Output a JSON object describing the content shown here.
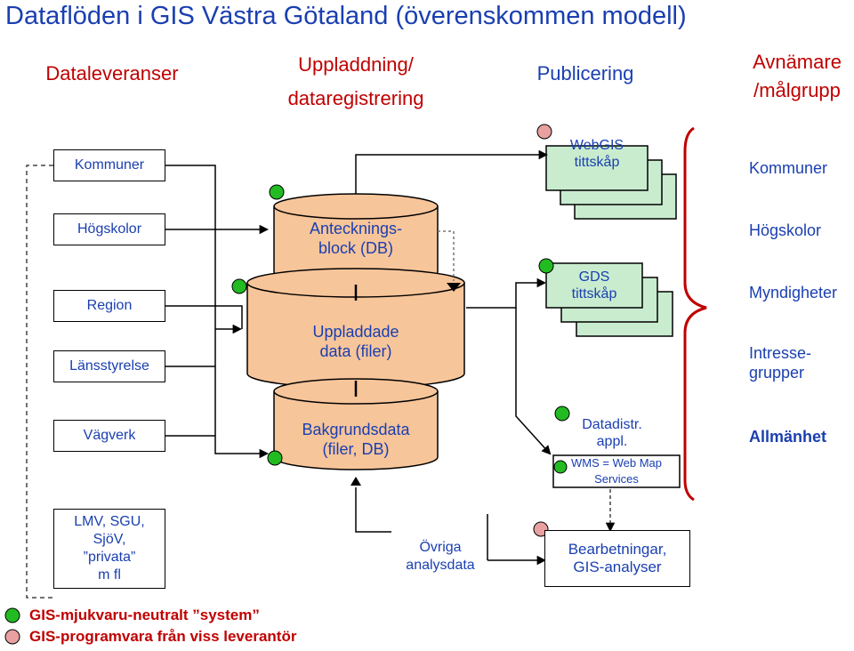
{
  "title": "Dataflöden i GIS Västra Götaland (överenskommen modell)",
  "columns": {
    "dataleveranser": "Dataleveranser",
    "upload_line1": "Uppladdning/",
    "upload_line2": "dataregistrering",
    "publicering": "Publicering",
    "avnamare_line1": "Avnämare",
    "avnamare_line2": "/målgrupp"
  },
  "sources": {
    "kommuner": "Kommuner",
    "hogskolor": "Högskolor",
    "region": "Region",
    "lansstyrelse": "Länsstyrelse",
    "vagverk": "Vägverk",
    "lmv_line1": "LMV, SGU,",
    "lmv_line2": "SjöV,",
    "lmv_line3": "”privata”",
    "lmv_line4": "m fl"
  },
  "storage": {
    "anteckningsblock_line1": "Antecknings-",
    "anteckningsblock_line2": "block (DB)",
    "uppladdade_line1": "Uppladdade",
    "uppladdade_line2": "data (filer)",
    "bakgrund_line1": "Bakgrundsdata",
    "bakgrund_line2": "(filer, DB)"
  },
  "publishing": {
    "webgis_line1": "WebGIS",
    "webgis_line2": "tittskåp",
    "gds_line1": "GDS",
    "gds_line2": "tittskåp",
    "datadistr_line1": "Datadistr.",
    "datadistr_line2": "appl.",
    "wms_line1": "WMS = Web Map",
    "wms_line2": "Services"
  },
  "other": {
    "ovriga_line1": "Övriga",
    "ovriga_line2": "analysdata",
    "bearb_line1": "Bearbetningar,",
    "bearb_line2": "GIS-analyser"
  },
  "audience": {
    "kommuner": "Kommuner",
    "hogskolor": "Högskolor",
    "myndigheter": "Myndigheter",
    "intresse_line1": "Intresse-",
    "intresse_line2": "grupper",
    "allmanhet": "Allmänhet"
  },
  "legend": {
    "green": "GIS-mjukvaru-neutralt ”system”",
    "pink": "GIS-programvara från viss leverantör"
  },
  "colors": {
    "title_blue": "#1a3fb0",
    "header_red": "#c00000",
    "cylinder_fill": "#f7c59a",
    "stack_green": "#c9eccf",
    "dot_green": "#22bb22",
    "dot_pink": "#e8a0a0"
  }
}
